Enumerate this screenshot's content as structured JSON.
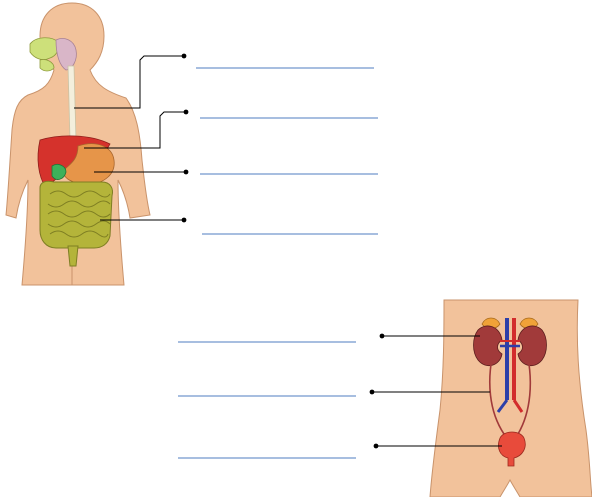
{
  "page": {
    "background": "#ffffff"
  },
  "colors": {
    "skin": "#f2c29b",
    "skin_outline": "#c9936b",
    "blank_line": "#8aa9d6",
    "leader_line": "#000000",
    "esophagus": "#f3efdd",
    "liver": "#d5322c",
    "stomach": "#e69549",
    "gallbladder": "#3db15a",
    "intestine": "#b4b43a",
    "intestine_outline": "#7e7e23",
    "salivary": "#cde07a",
    "tongue_area": "#d9b6c8",
    "kidney": "#a13a3a",
    "adrenal": "#f0a238",
    "vein": "#2d3fa8",
    "artery": "#d22c2c",
    "bladder": "#e84b3b"
  },
  "digestive_system": {
    "organs": [
      "esophagus",
      "liver",
      "stomach",
      "gallbladder",
      "small-intestine",
      "large-intestine",
      "salivary-gland"
    ],
    "blank_label_count": 4
  },
  "urinary_system": {
    "organs": [
      "kidney",
      "adrenal-gland",
      "aorta",
      "vena-cava",
      "ureter",
      "bladder"
    ],
    "blank_label_count": 3
  }
}
